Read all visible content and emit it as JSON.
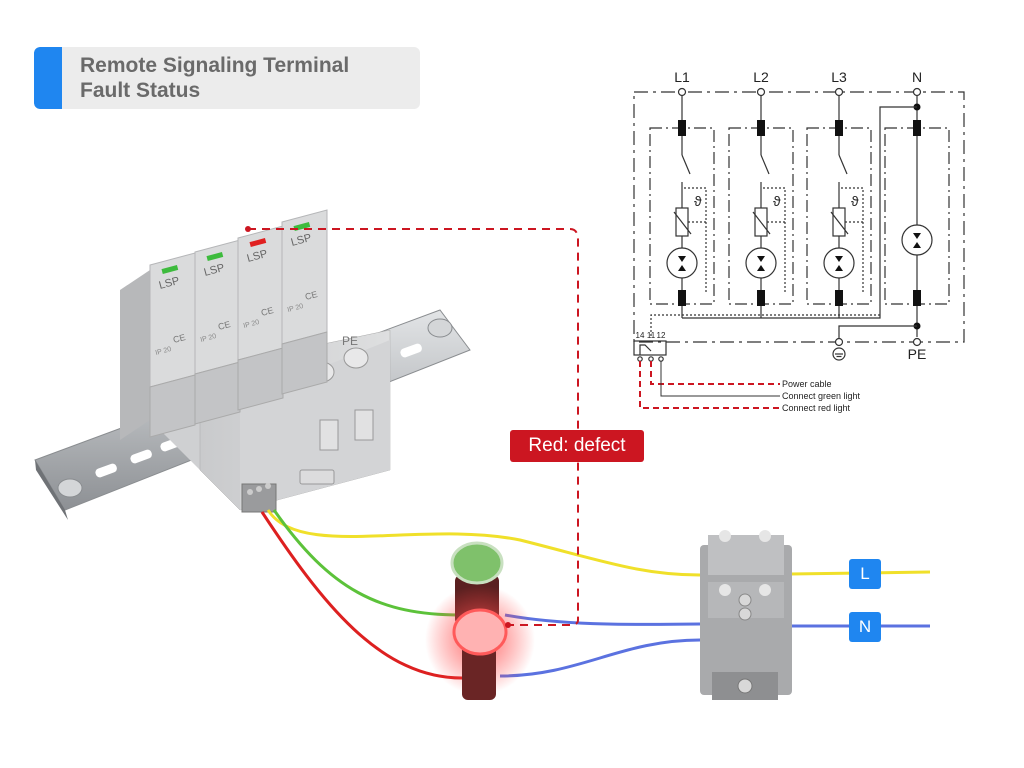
{
  "title": {
    "line1": "Remote Signaling Terminal",
    "line2": "Fault Status",
    "accent_color": "#1f86f0"
  },
  "callout": {
    "label": "Red: defect",
    "color": "#cc1621"
  },
  "terminal_tags": {
    "L": "L",
    "N": "N"
  },
  "schematic": {
    "phases": [
      "L1",
      "L2",
      "L3",
      "N"
    ],
    "pe_label": "PE",
    "theta_symbol": "ϑ",
    "remote_pins": [
      "14",
      "11",
      "12"
    ],
    "legend": [
      "Power cable",
      "Connect green light",
      "Connect red light"
    ]
  },
  "device": {
    "brand": "LSP",
    "module_marking": "IP 20",
    "ce_mark": "CE",
    "pe_marking": "PE",
    "module_status": [
      "green",
      "green",
      "red",
      "green"
    ]
  },
  "wires": {
    "yellow": "#f0e02a",
    "green": "#5cc23a",
    "red": "#dd2020",
    "blue": "#5b72e0"
  },
  "indicators": {
    "green_lamp": "off",
    "red_lamp": "on"
  }
}
